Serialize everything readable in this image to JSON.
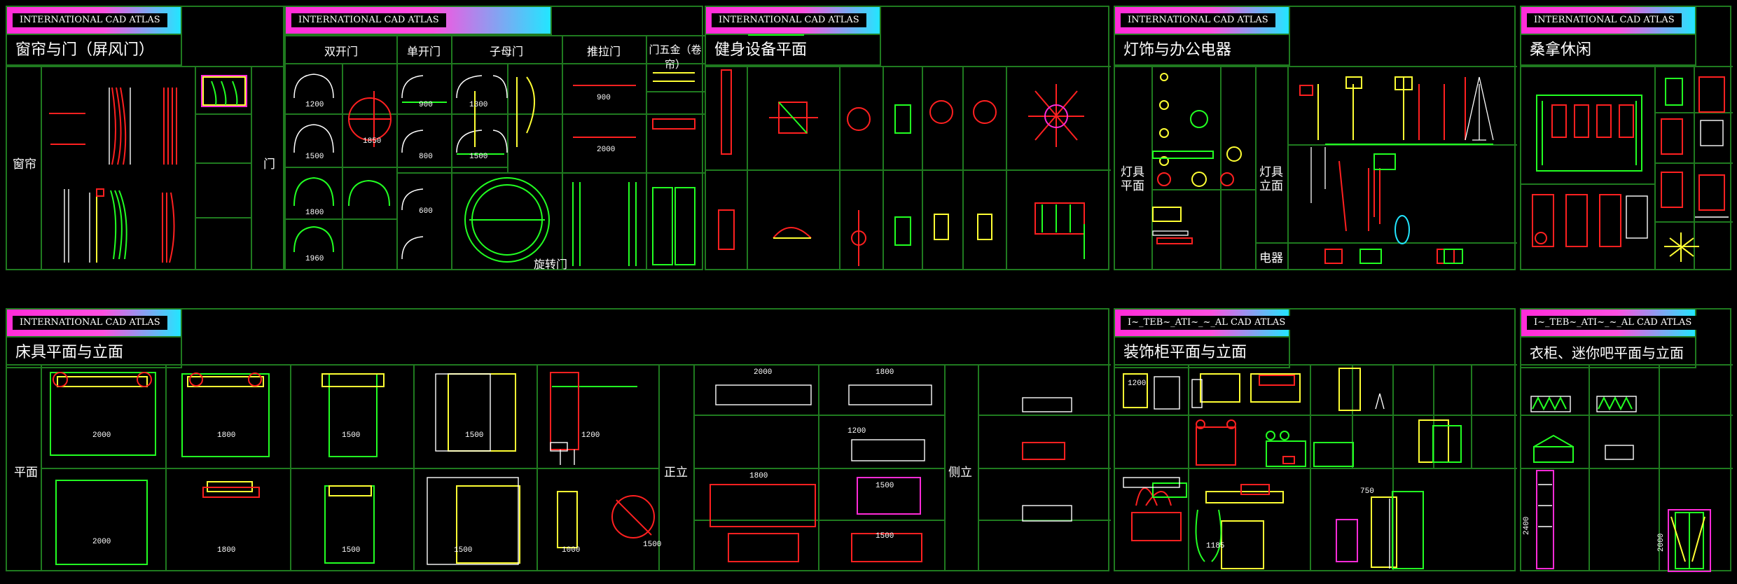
{
  "tag": "INTERNATIONAL CAD ATLAS",
  "tag_glitch": "I~_TEB~_ATI~_~_AL CAD ATLAS",
  "panels": {
    "p1": {
      "title": "窗帘与门（屏风门）",
      "side_left": "窗帘",
      "side_right": "门"
    },
    "p2": {
      "cols": [
        "双开门",
        "单开门",
        "子母门",
        "推拉门",
        "门五金（卷帘）"
      ],
      "dims": [
        "1200",
        "1500",
        "1800",
        "1960",
        "900",
        "800",
        "1300",
        "1500",
        "1850",
        "2000",
        "900",
        "600"
      ],
      "rot": "旋转门"
    },
    "p3": {
      "title": "健身设备平面"
    },
    "p4": {
      "title": "灯饰与办公电器",
      "side_left": "灯具\n平面",
      "side_mid": "灯具\n立面",
      "side_bottom": "电器"
    },
    "p5": {
      "title": "桑拿休闲"
    },
    "p6": {
      "title": "床具平面与立面",
      "side_plan": "平面",
      "side_front": "正立",
      "side_side": "侧立",
      "dims": [
        "2000",
        "1800",
        "1500",
        "1500",
        "1200",
        "2000",
        "1800",
        "1500",
        "1500",
        "1000",
        "1500"
      ],
      "front_dims": [
        "2000",
        "1800",
        "1200",
        "1800",
        "1500",
        "1500"
      ]
    },
    "p7": {
      "title": "装饰柜平面与立面",
      "dims": [
        "1200",
        "750",
        "1185"
      ]
    },
    "p8": {
      "title": "衣柜、迷你吧平面与立面",
      "dims": [
        "2400",
        "2000"
      ]
    }
  },
  "colors": {
    "grid": "#1f7a1f",
    "red": "#ff2020",
    "green": "#22ff22",
    "yellow": "#ffff33",
    "cyan": "#22e6ff",
    "magenta": "#ff2bd8",
    "white": "#ffffff",
    "orange": "#ff8800"
  }
}
